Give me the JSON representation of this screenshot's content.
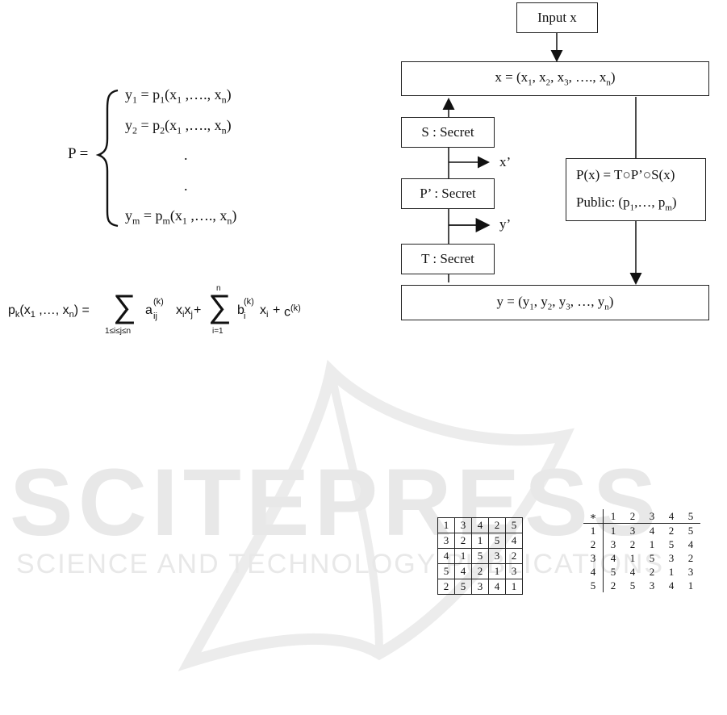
{
  "watermark": {
    "main": "SCITEPRESS",
    "sub": "SCIENCE AND TECHNOLOGY PUBLICATIONS"
  },
  "system": {
    "lhs": "P =",
    "eq1": {
      "y": "y",
      "sub": "1",
      "eq": " = p",
      "psub": "1",
      "args": "(x",
      "a1": "1",
      "rest": " ,…., x",
      "an": "n",
      "close": ")"
    },
    "eq2": {
      "y": "y",
      "sub": "2",
      "eq": " = p",
      "psub": "2",
      "args": "(x",
      "a1": "1",
      "rest": " ,…., x",
      "an": "n",
      "close": ")"
    },
    "dot1": ".",
    "dot2": ".",
    "eqm": {
      "y": "y",
      "sub": "m",
      "eq": " = p",
      "psub": "m",
      "args": "(x",
      "a1": "1",
      "rest": " ,…., x",
      "an": "n",
      "close": ")"
    }
  },
  "formula": {
    "lhs_p": "p",
    "lhs_k": "k",
    "lhs_open": "(x",
    "lhs_1": "1",
    "lhs_mid": " ,…, x",
    "lhs_n": "n",
    "lhs_close": ")  =",
    "sum1_sym": "∑",
    "sum1_sub": "1≤i≤j≤n",
    "a": "a",
    "a_sup": "(k)",
    "a_sub": "ij",
    "xixj": "x",
    "xi_sub": "i",
    "xj": "x",
    "xj_sub": "j",
    "plus1": "+",
    "sum2_sym": "∑",
    "sum2_sub": "i=1",
    "sum2_sup": "n",
    "b": "b",
    "b_sup": "(k)",
    "b_sub": "i",
    "bx": "x",
    "bx_sub": "i",
    "plus2": "+",
    "c": "c",
    "c_sup": "(k)"
  },
  "flowchart": {
    "input": "Input x",
    "x_vec": {
      "pre": "x = (x",
      "s1": "1",
      "m1": ", x",
      "s2": "2",
      "m2": ", x",
      "s3": "3",
      "m3": ", …., x",
      "sn": "n",
      "post": ")"
    },
    "s_box": "S : Secret",
    "x_prime": "x’",
    "p_box": "P’ : Secret",
    "y_prime": "y’",
    "t_box": "T : Secret",
    "public_line1": "P(x) = T○P’○S(x)",
    "public_line2": {
      "pre": "Public: (p",
      "s1": "1",
      "mid": ",…, p",
      "sm": "m",
      "post": ")"
    },
    "y_vec": {
      "pre": "y = (y",
      "s1": "1",
      "m1": ", y",
      "s2": "2",
      "m2": ", y",
      "s3": "3",
      "m3": ", …, y",
      "sn": "n",
      "post": ")"
    }
  },
  "latin_square": [
    [
      "1",
      "3",
      "4",
      "2",
      "5"
    ],
    [
      "3",
      "2",
      "1",
      "5",
      "4"
    ],
    [
      "4",
      "1",
      "5",
      "3",
      "2"
    ],
    [
      "5",
      "4",
      "2",
      "1",
      "3"
    ],
    [
      "2",
      "5",
      "3",
      "4",
      "1"
    ]
  ],
  "cayley_table": {
    "corner": "∗",
    "header": [
      "1",
      "2",
      "3",
      "4",
      "5"
    ],
    "rows": [
      {
        "label": "1",
        "cells": [
          "1",
          "3",
          "4",
          "2",
          "5"
        ]
      },
      {
        "label": "2",
        "cells": [
          "3",
          "2",
          "1",
          "5",
          "4"
        ]
      },
      {
        "label": "3",
        "cells": [
          "4",
          "1",
          "5",
          "3",
          "2"
        ]
      },
      {
        "label": "4",
        "cells": [
          "5",
          "4",
          "2",
          "1",
          "3"
        ]
      },
      {
        "label": "5",
        "cells": [
          "2",
          "5",
          "3",
          "4",
          "1"
        ]
      }
    ]
  }
}
